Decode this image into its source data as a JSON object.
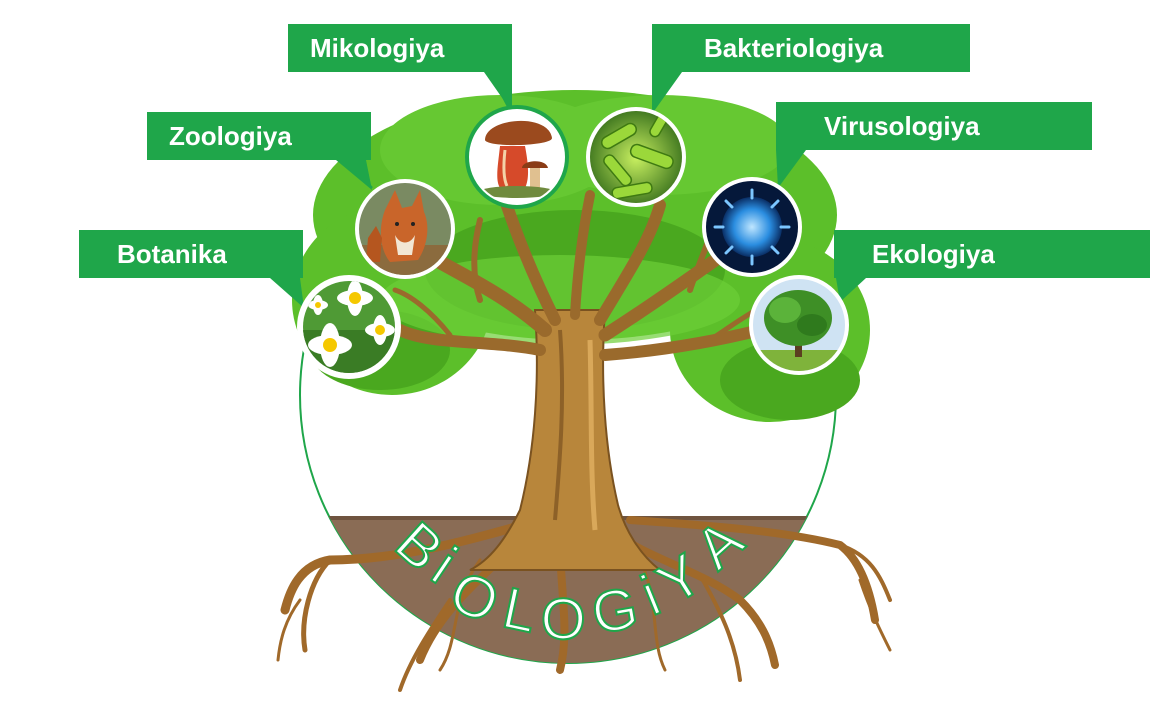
{
  "diagram": {
    "title": "BiOLOGiYA",
    "branches": [
      {
        "id": "botanika",
        "label": "Botanika",
        "icon": "flower-icon"
      },
      {
        "id": "zoologiya",
        "label": "Zoologiya",
        "icon": "fox-icon"
      },
      {
        "id": "mikologiya",
        "label": "Mikologiya",
        "icon": "mushroom-icon"
      },
      {
        "id": "bakteriologiya",
        "label": "Bakteriologiya",
        "icon": "bacteria-icon"
      },
      {
        "id": "virusologiya",
        "label": "Virusologiya",
        "icon": "virus-icon"
      },
      {
        "id": "ekologiya",
        "label": "Ekologiya",
        "icon": "tree-icon"
      }
    ],
    "title_letters": [
      "B",
      "i",
      "O",
      "L",
      "O",
      "G",
      "i",
      "Y",
      "A"
    ]
  },
  "colors": {
    "label_bg": "#1fa64a",
    "circle_stroke": "#1fa64a",
    "foliage": "#5cbf2a",
    "foliage_dark": "#3f9a1f",
    "trunk": "#b8863b",
    "trunk_dark": "#7a5220",
    "soil": "#8a6c55",
    "title_text": "#ffffff"
  }
}
